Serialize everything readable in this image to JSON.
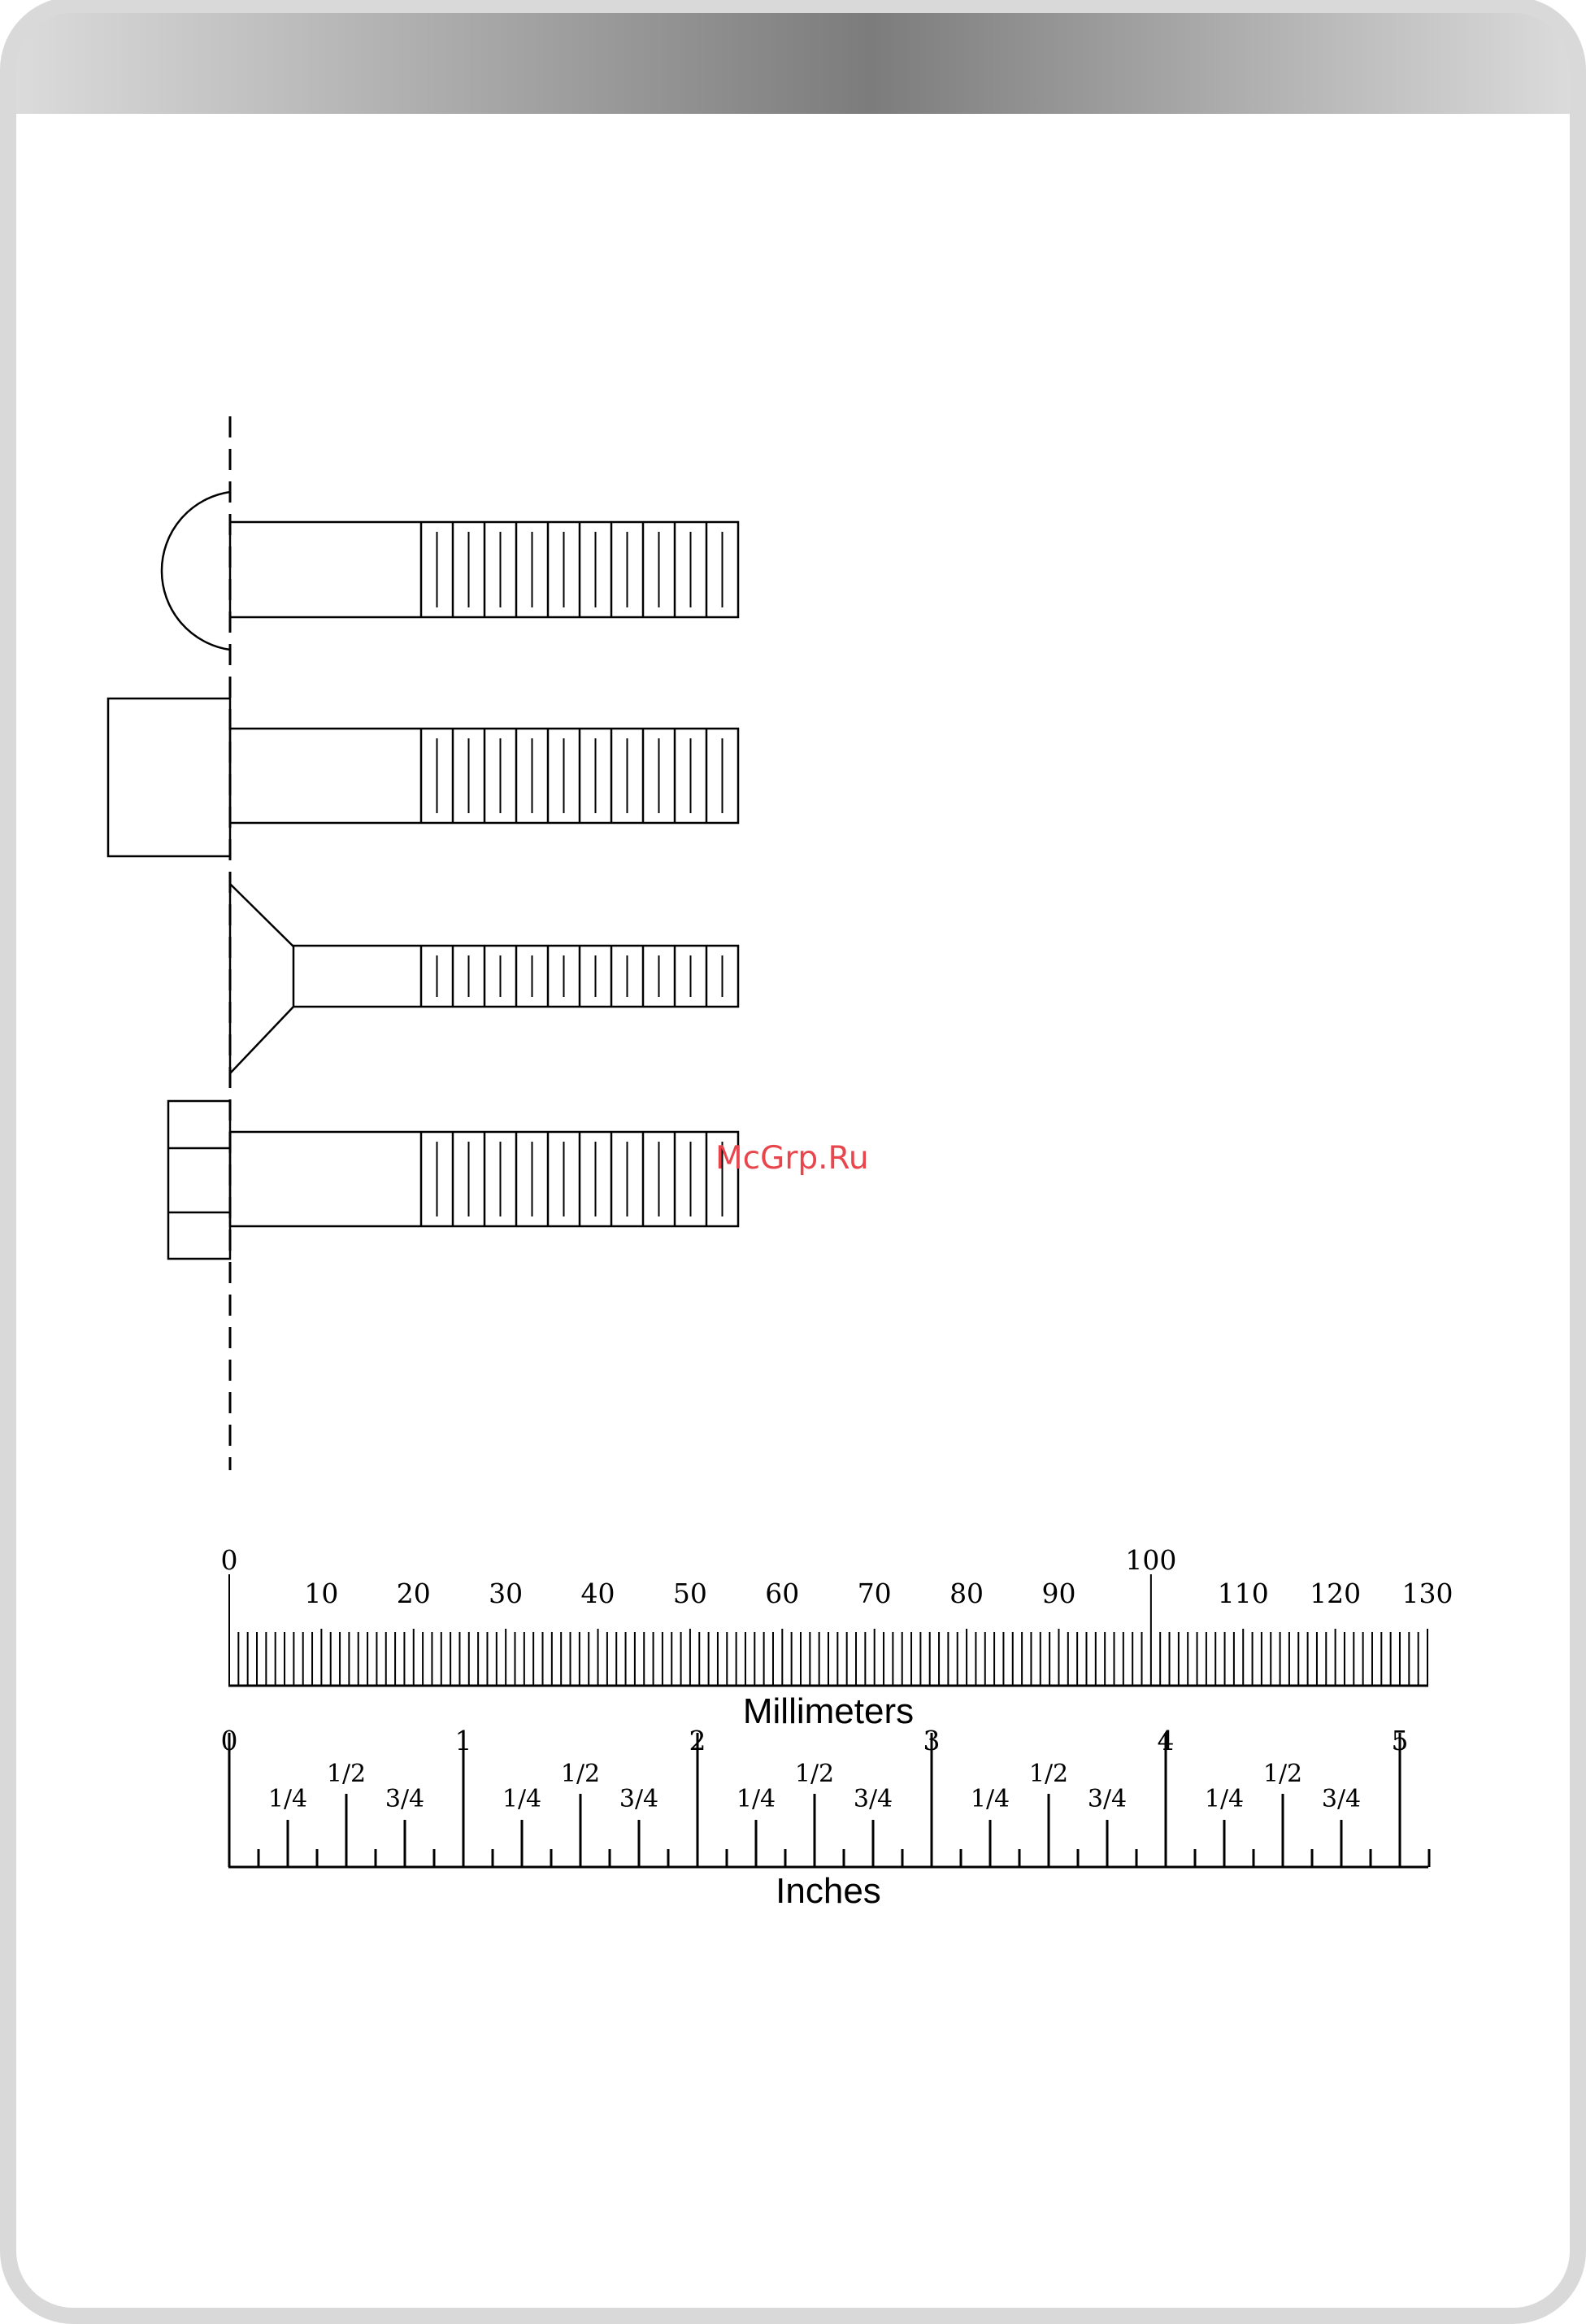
{
  "watermark": "McGrp.Ru",
  "colors": {
    "frame_gradient": [
      "#dcdcdc",
      "#7c7c7c",
      "#dcdcdc"
    ],
    "border": "#d9d9d9",
    "line": "#000000",
    "watermark": "#e8454c"
  },
  "screws": [
    {
      "head": "round"
    },
    {
      "head": "cylinder"
    },
    {
      "head": "countersunk"
    },
    {
      "head": "hex"
    }
  ],
  "mm_ruler": {
    "label": "Millimeters",
    "min": 0,
    "max": 130,
    "minor_step": 1,
    "tick_labels": [
      "0",
      "10",
      "20",
      "30",
      "40",
      "50",
      "60",
      "70",
      "80",
      "90",
      "100",
      "110",
      "120",
      "130"
    ]
  },
  "inch_ruler": {
    "label": "Inches",
    "min": 0,
    "max": 5,
    "minor_step": 0.125,
    "major_labels": [
      "0",
      "1",
      "2",
      "3",
      "4",
      "5"
    ],
    "fraction_labels": [
      "1/4",
      "1/2",
      "3/4"
    ]
  }
}
